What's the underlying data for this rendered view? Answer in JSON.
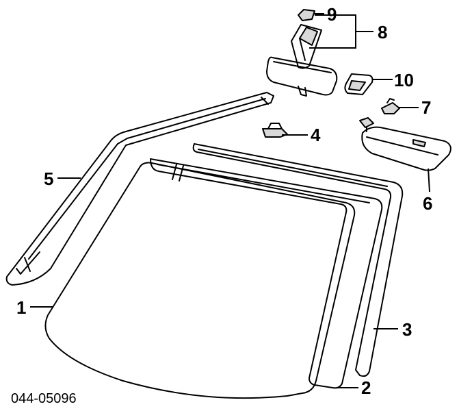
{
  "diagram": {
    "callouts": {
      "c1": "1",
      "c2": "2",
      "c3": "3",
      "c4": "4",
      "c5": "5",
      "c6": "6",
      "c7": "7",
      "c8": "8",
      "c9": "9",
      "c10": "10"
    },
    "code": "044-05096"
  }
}
